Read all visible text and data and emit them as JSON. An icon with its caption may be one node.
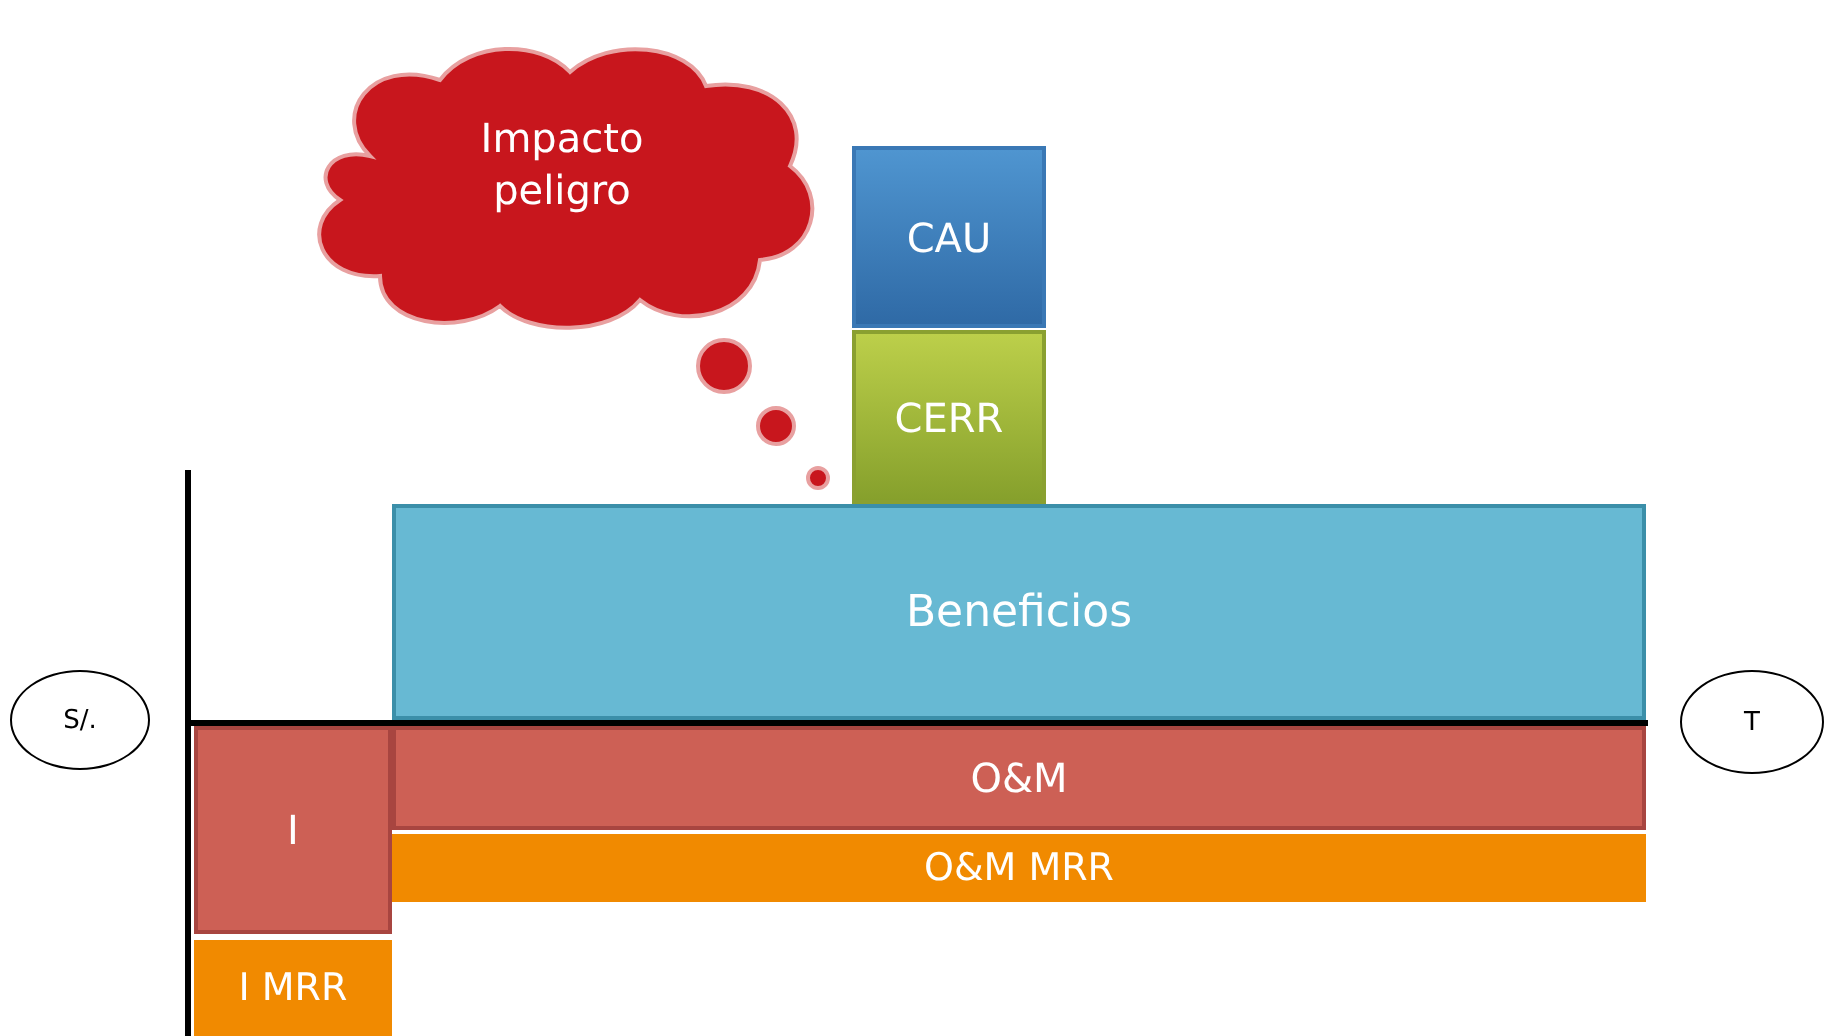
{
  "diagram": {
    "nodes": [
      {
        "text": [
          "Impacto peligro"
        ]
      },
      {
        "text": [
          "CAU"
        ]
      },
      {
        "text": [
          "CERR"
        ]
      },
      {
        "text": [
          "Beneficios"
        ]
      },
      {
        "text": [
          "S/."
        ]
      },
      {
        "text": [
          "T"
        ]
      },
      {
        "text": [
          "I"
        ]
      },
      {
        "text": [
          "O&M"
        ]
      },
      {
        "text": [
          "O&M MRR"
        ]
      },
      {
        "text": [
          "I MRR"
        ]
      }
    ]
  }
}
